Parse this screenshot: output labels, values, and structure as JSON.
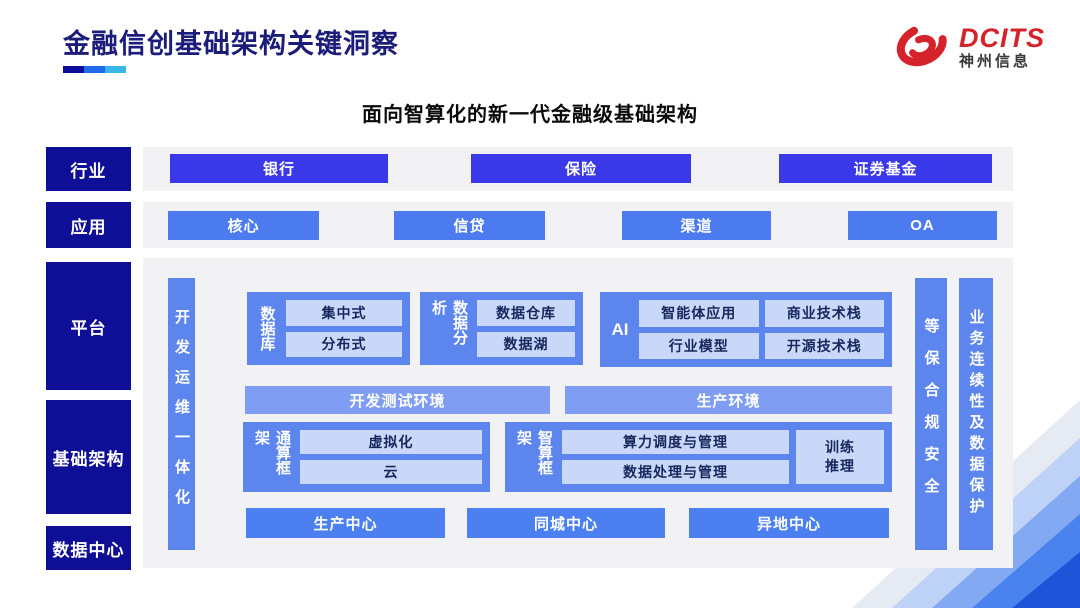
{
  "header": {
    "title": "金融信创基础架构关键洞察",
    "subtitle": "面向智算化的新一代金融级基础架构",
    "logo": {
      "brand": "DCITS",
      "subbrand": "神州信息"
    }
  },
  "sidebar": {
    "items": [
      {
        "label": "行业"
      },
      {
        "label": "应用"
      },
      {
        "label": "平台"
      },
      {
        "label": "基础架构"
      },
      {
        "label": "数据中心"
      }
    ]
  },
  "rows": {
    "industry": [
      "银行",
      "保险",
      "证券基金"
    ],
    "application": [
      "核心",
      "信贷",
      "渠道",
      "OA"
    ]
  },
  "platform": {
    "devops_bar": "开发运维一体化",
    "database": {
      "label": "数据库",
      "items": [
        "集中式",
        "分布式"
      ]
    },
    "analytics": {
      "label": "数据分析",
      "items": [
        "数据仓库",
        "数据湖"
      ]
    },
    "ai": {
      "label": "AI",
      "items": [
        "智能体应用",
        "商业技术栈",
        "行业模型",
        "开源技术栈"
      ]
    },
    "env": [
      "开发测试环境",
      "生产环境"
    ],
    "general_compute": {
      "label": "通算框架",
      "items": [
        "虚拟化",
        "云"
      ]
    },
    "intelligent_compute": {
      "label": "智算框架",
      "items": [
        "算力调度与管理",
        "数据处理与管理"
      ],
      "side_lines": [
        "训练",
        "推理"
      ]
    },
    "datacenters": [
      "生产中心",
      "同城中心",
      "异地中心"
    ],
    "security_bar": "等保合规安全",
    "continuity_bar": "业务连续性及数据保护"
  },
  "colors": {
    "title_navy": "#1c1c7a",
    "sidebar_navy": "#0e0e97",
    "industry_blue": "#3939ea",
    "application_blue": "#4c7bf0",
    "panel_gray": "#f2f2f4",
    "group_blue": "#5c85ee",
    "env_bar_blue": "#7f9df2",
    "chip_light_blue": "#c9d8f8",
    "chip_text_navy": "#17275c",
    "logo_red": "#d5232b",
    "underline_segments": [
      "#0d0d99",
      "#1f6ae8",
      "#3ab5ea"
    ]
  }
}
